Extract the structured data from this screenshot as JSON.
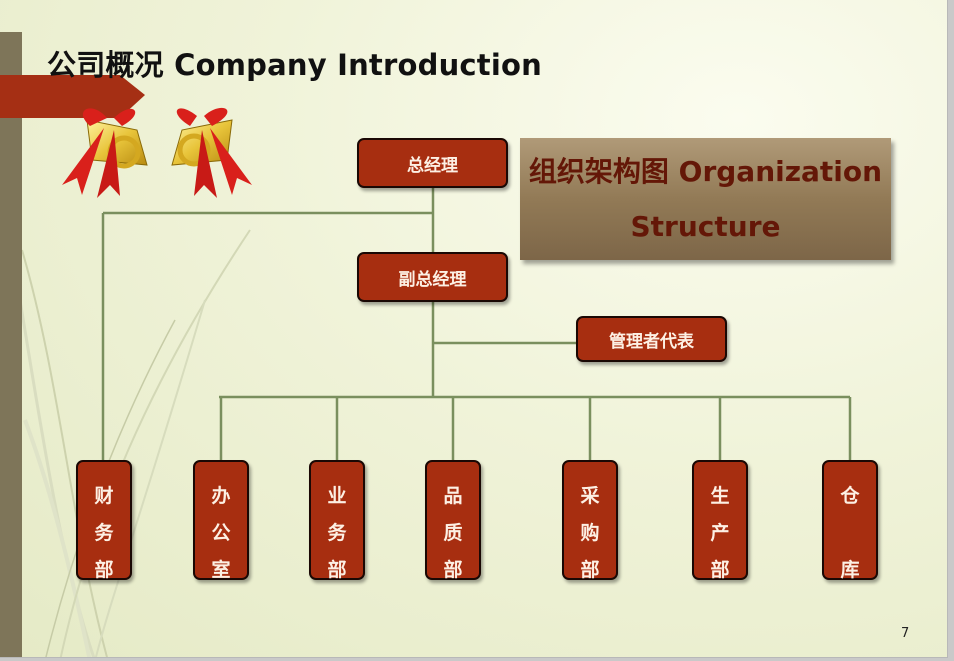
{
  "slide": {
    "title": "公司概况 Company Introduction",
    "page_number": "7"
  },
  "banner": {
    "line1": "组织架构图 Organization",
    "line2": "Structure"
  },
  "org": {
    "general_manager": "总经理",
    "deputy_general_manager": "副总经理",
    "management_representative": "管理者代表",
    "departments": [
      {
        "name": "财务部",
        "chars": [
          "财",
          "务",
          "部"
        ]
      },
      {
        "name": "办公室",
        "chars": [
          "办",
          "公",
          "室"
        ]
      },
      {
        "name": "业务部",
        "chars": [
          "业",
          "务",
          "部"
        ]
      },
      {
        "name": "品质部",
        "chars": [
          "品",
          "质",
          "部"
        ]
      },
      {
        "name": "采购部",
        "chars": [
          "采",
          "购",
          "部"
        ]
      },
      {
        "name": "生产部",
        "chars": [
          "生",
          "产",
          "部"
        ]
      },
      {
        "name": "仓库",
        "chars": [
          "仓",
          "",
          "库"
        ]
      }
    ]
  },
  "colors": {
    "box_fill": "#a72e10",
    "box_text": "#fdf0e4",
    "connector": "#7a8f5e",
    "banner_fill": "#927a56",
    "banner_text": "#641707",
    "accent_bar": "#7e7559"
  },
  "decorations": {
    "icons": [
      "bell-with-ribbon-icon",
      "bell-with-ribbon-icon"
    ]
  }
}
